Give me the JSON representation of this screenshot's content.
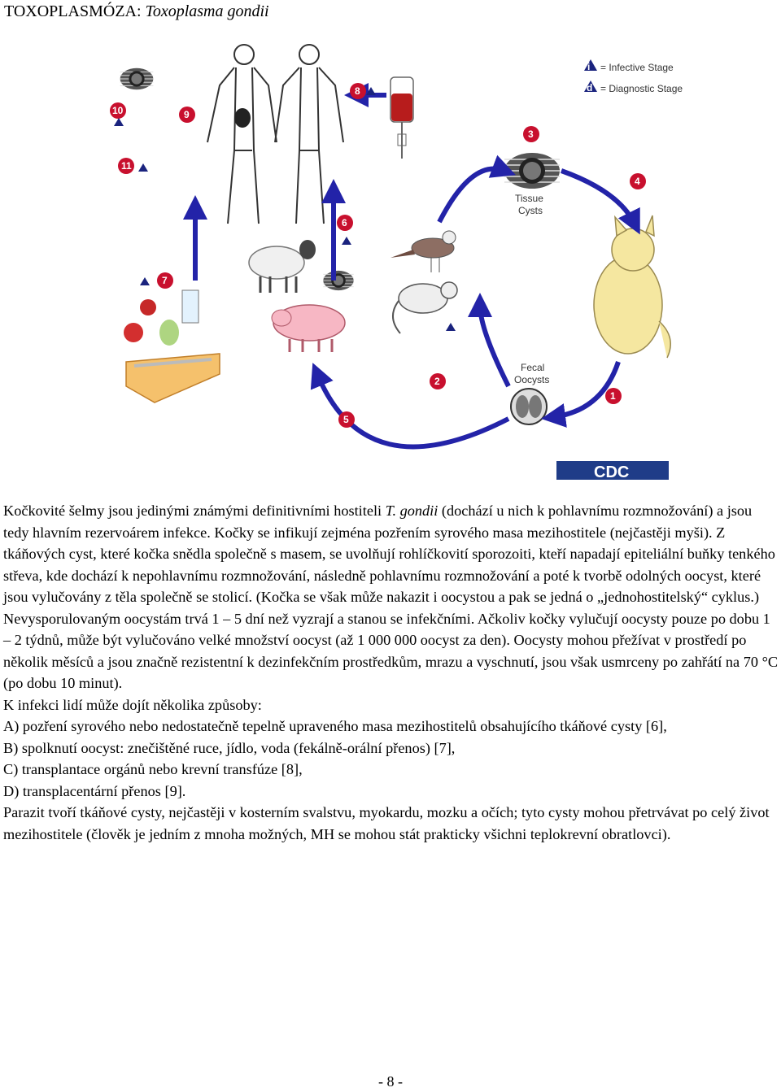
{
  "header": {
    "title_prefix": "TOXOPLASMÓZA: ",
    "title_species": "Toxoplasma gondii"
  },
  "figure": {
    "legend": {
      "infective": "= Infective Stage",
      "diagnostic": "= Diagnostic Stage"
    },
    "labels": {
      "tissue_cysts_line1": "Tissue",
      "tissue_cysts_line2": "Cysts",
      "fecal_oocysts_line1": "Fecal",
      "fecal_oocysts_line2": "Oocysts"
    },
    "steps": [
      "1",
      "2",
      "3",
      "4",
      "5",
      "6",
      "7",
      "8",
      "9",
      "10",
      "11"
    ],
    "logo_text": "CDC",
    "colors": {
      "arrow_blue": "#2323a8",
      "step_red": "#c8102e",
      "infective_icon": "#1a237e",
      "blood_red": "#b71c1c"
    }
  },
  "body": {
    "p1_a": "Kočkovité šelmy jsou jedinými známými definitivními hostiteli ",
    "p1_italic": "T. gondii",
    "p1_b": " (dochází u nich k pohlavnímu rozmnožování) a jsou tedy hlavním rezervoárem infekce. Kočky se infikují zejména pozřením syrového masa mezihostitele (nejčastěji myši). Z tkáňových cyst, které kočka snědla společně s masem, se uvolňují rohlíčkovití sporozoiti, kteří napadají epiteliální buňky tenkého střeva, kde dochází k nepohlavnímu rozmnožování, následně pohlavnímu rozmnožování a poté k tvorbě odolných oocyst, které jsou vylučovány z těla společně se stolicí. (Kočka se však může nakazit i oocystou a pak se jedná o „jednohostitelský“ cyklus.) Nevysporulovaným oocystám trvá 1 – 5 dní než vyzrají a stanou se infekčními. Ačkoliv kočky vylučují oocysty pouze po dobu 1 – 2 týdnů, může být vylučováno velké množství oocyst (až 1 000 000 oocyst za den). Oocysty mohou přežívat v prostředí po několik měsíců a jsou značně rezistentní k dezinfekčním prostředkům, mrazu a vyschnutí, jsou však usmrceny po zahřátí na 70 °C (po dobu 10 minut).",
    "p2": "K infekci lidí může dojít několika způsoby:",
    "p3": "A) pozření syrového nebo nedostatečně tepelně upraveného masa mezihostitelů obsahujícího tkáňové cysty [6],",
    "p4": "B) spolknutí oocyst: znečištěné ruce, jídlo, voda (fekálně-orální přenos) [7],",
    "p5": "C) transplantace orgánů nebo krevní transfúze [8],",
    "p6": "D) transplacentární přenos [9].",
    "p7": "Parazit tvoří tkáňové cysty, nejčastěji v kosterním svalstvu, myokardu, mozku a očích; tyto cysty mohou přetrvávat po celý život mezihostitele (člověk je jedním z mnoha možných, MH se mohou stát prakticky všichni teplokrevní obratlovci)."
  },
  "footer": {
    "page": "- 8 -"
  }
}
